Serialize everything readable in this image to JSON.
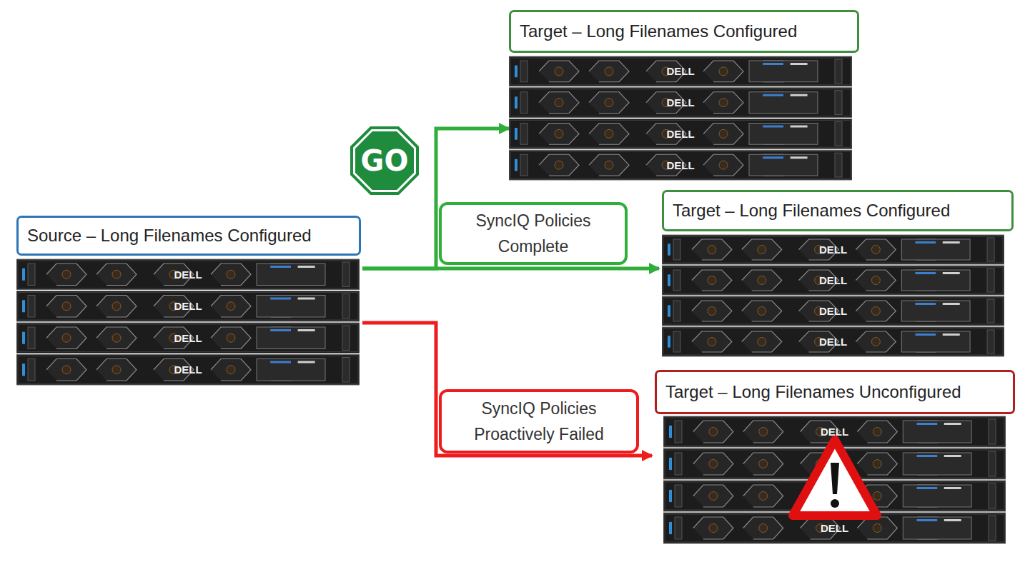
{
  "diagram": {
    "nodes": [
      {
        "text": [
          "Source – Long Filenames Configured"
        ]
      },
      {
        "text": [
          "Target – Long Filenames Configured"
        ]
      },
      {
        "text": [
          "Target – Long Filenames Configured"
        ]
      },
      {
        "text": [
          "Target – Long Filenames Unconfigured"
        ]
      },
      {
        "text": [
          "GO"
        ]
      }
    ],
    "edges": [
      {
        "from": 0,
        "to": 1,
        "arrow": "to"
      },
      {
        "from": 0,
        "to": 2,
        "arrow": "to",
        "label": "SyncIQ Policies Complete"
      },
      {
        "from": 0,
        "to": 3,
        "arrow": "to",
        "label": "SyncIQ Policies Proactively Failed"
      }
    ],
    "labels": [
      "DELL",
      "DELL",
      "DELL",
      "DELL",
      "DELL",
      "DELL",
      "DELL",
      "DELL",
      "DELL",
      "DELL",
      "DELL",
      "DELL",
      "DELL",
      "DELL",
      "DELL",
      "DELL"
    ]
  }
}
